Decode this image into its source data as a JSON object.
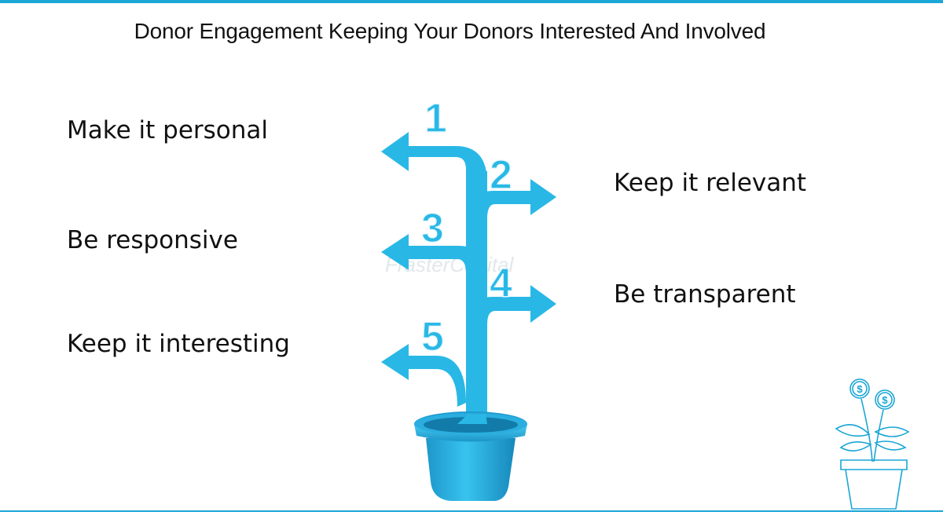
{
  "title": "Donor Engagement Keeping Your Donors Interested And Involved",
  "steps": [
    {
      "number": "1",
      "label": "Make it personal"
    },
    {
      "number": "2",
      "label": "Keep it relevant"
    },
    {
      "number": "3",
      "label": "Be responsive"
    },
    {
      "number": "4",
      "label": "Be transparent"
    },
    {
      "number": "5",
      "label": "Keep it interesting"
    }
  ],
  "watermark": "FrasterCapital",
  "corner_icon": {
    "symbol": "$",
    "name": "money-plant-icon"
  },
  "colors": {
    "accent": "#1aa6d6",
    "arrow": "#29b8e6",
    "pot": "#29aee0",
    "text": "#111111"
  }
}
